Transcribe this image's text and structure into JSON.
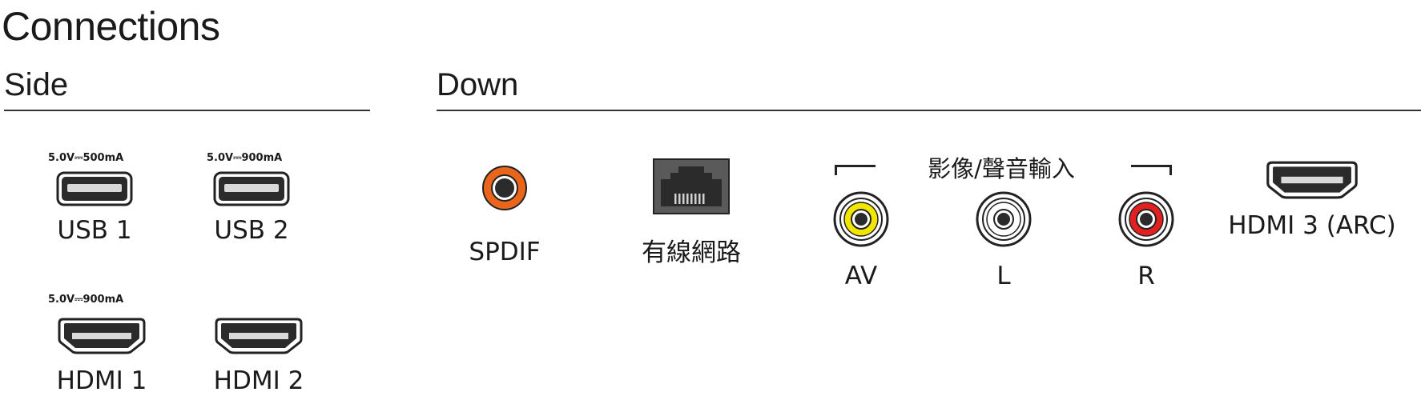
{
  "title": "Connections",
  "sections": {
    "side": "Side",
    "down": "Down"
  },
  "side": {
    "usb1": {
      "spec": "5.0V⎓500mA",
      "label": "USB 1"
    },
    "usb2": {
      "spec": "5.0V⎓900mA",
      "label": "USB 2"
    },
    "hdmi1": {
      "spec": "5.0V⎓900mA",
      "label": "HDMI 1"
    },
    "hdmi2": {
      "label": "HDMI 2"
    }
  },
  "down": {
    "spdif": {
      "label": "SPDIF",
      "color": "#e8651b"
    },
    "lan": {
      "label": "有線網路"
    },
    "av_group": {
      "label": "影像/聲音輸入"
    },
    "av": {
      "label": "AV",
      "color": "#f2e600"
    },
    "l": {
      "label": "L",
      "color": "#ffffff"
    },
    "r": {
      "label": "R",
      "color": "#e32020"
    },
    "hdmi3": {
      "label": "HDMI 3 (ARC)"
    }
  },
  "icons": [
    "usb-port-icon",
    "hdmi-port-icon",
    "spdif-port-icon",
    "ethernet-port-icon",
    "rca-jack-icon"
  ]
}
